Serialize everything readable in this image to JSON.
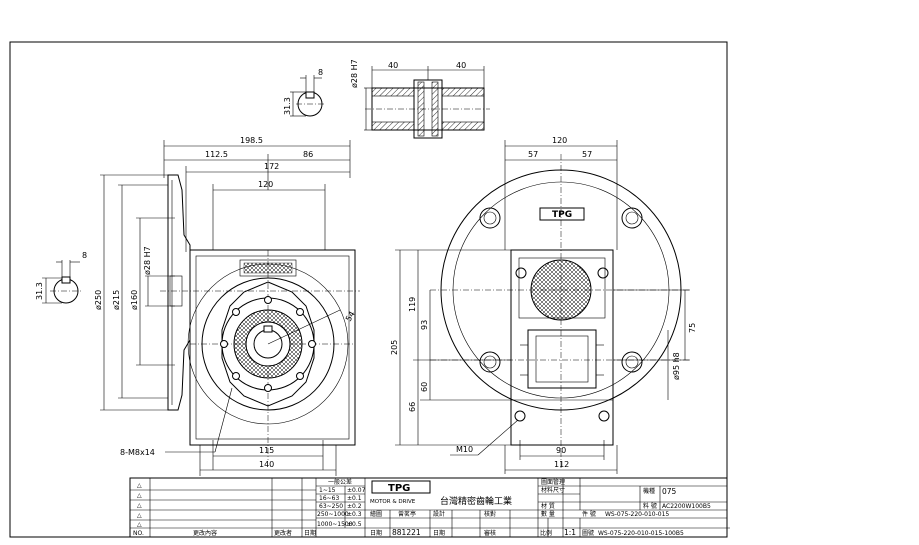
{
  "colors": {
    "line": "#000000",
    "paper": "#ffffff"
  },
  "dims": {
    "key_w": "8",
    "key_h": "31.3",
    "bore": "ø28 H7",
    "sleeve_l": "40",
    "sleeve_r": "40",
    "d198": "198.5",
    "d112": "112.5",
    "d86": "86",
    "d172": "172",
    "d120": "120",
    "d250": "ø250",
    "d215": "ø215",
    "d160": "ø160",
    "d28h7": "ø28 H7",
    "d8": "8",
    "d313": "31.3",
    "d54": "54",
    "d115": "115",
    "d140": "140",
    "bolt": "8-M8x14",
    "r120": "120",
    "r57a": "57",
    "r57b": "57",
    "r205": "205",
    "r119": "119",
    "r93": "93",
    "r60": "60",
    "r66": "66",
    "r75": "75",
    "r95": "ø95 h8",
    "m10": "M10",
    "r90": "90",
    "r112": "112"
  },
  "logo": {
    "text": "TPG",
    "sub": "MOTOR & DRIVE"
  },
  "title_block": {
    "rev_marks": [
      "△",
      "△",
      "△",
      "△",
      "△"
    ],
    "no": "NO.",
    "rev_content": "更改內容",
    "rev_person": "更改者",
    "rev_date": "日期",
    "tol_title": "一般公差",
    "tol": [
      [
        "1~15",
        "±0.07"
      ],
      [
        "16~63",
        "±0.1"
      ],
      [
        "63~250",
        "±0.2"
      ],
      [
        "250~1000",
        "±0.3"
      ],
      [
        "1000~1500",
        "±0.5"
      ]
    ],
    "company": "台灣精密齒輪工業",
    "draw_label": "繪圖",
    "draw_person": "曾茗亭",
    "design_label": "設計",
    "date_label": "日期",
    "date_value": "881221",
    "check_label": "核對",
    "approve_label": "審核",
    "date2_label": "日期",
    "scale_label": "比例",
    "scale_value": "1:1",
    "mgmt_label": "圖面管理",
    "size_label": "材料尺寸",
    "material_label": "材 質",
    "qty_label": "數 量",
    "model_label": "機種",
    "model_value": "075",
    "part_label": "料 號",
    "part_value": "AC2200W100B5",
    "pn_label": "件 號",
    "pn_value": "WS-075-220-010-015",
    "dwg_label": "圖號",
    "dwg_value": "WS-075-220-010-015-100B5"
  }
}
